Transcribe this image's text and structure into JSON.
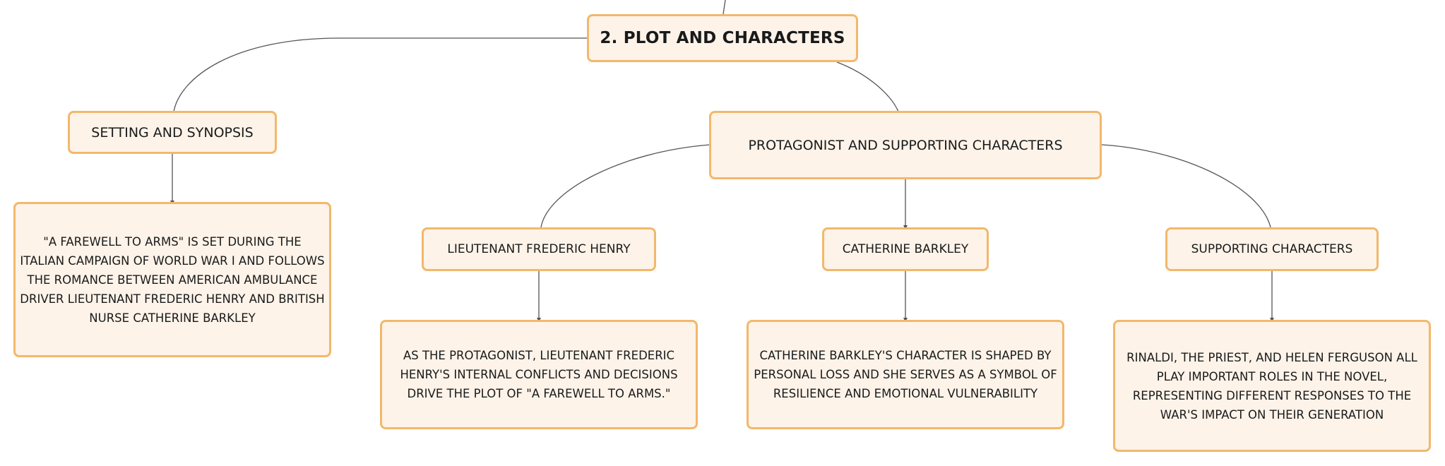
{
  "diagram": {
    "root": "2. PLOT AND CHARACTERS",
    "setting": {
      "title": "SETTING AND SYNOPSIS",
      "description": "\"A FAREWELL TO ARMS\" IS SET DURING THE ITALIAN CAMPAIGN OF WORLD WAR I AND FOLLOWS THE ROMANCE BETWEEN AMERICAN AMBULANCE DRIVER LIEUTENANT FREDERIC HENRY AND BRITISH NURSE CATHERINE BARKLEY"
    },
    "characters": {
      "title": "PROTAGONIST AND SUPPORTING CHARACTERS",
      "henry": {
        "title": "LIEUTENANT FREDERIC HENRY",
        "description": "AS THE PROTAGONIST, LIEUTENANT FREDERIC HENRY'S INTERNAL CONFLICTS AND DECISIONS DRIVE THE PLOT OF \"A FAREWELL TO ARMS.\""
      },
      "catherine": {
        "title": "CATHERINE BARKLEY",
        "description": "CATHERINE BARKLEY'S CHARACTER IS SHAPED BY PERSONAL LOSS AND SHE SERVES AS A SYMBOL OF RESILIENCE AND EMOTIONAL VULNERABILITY"
      },
      "supporting": {
        "title": "SUPPORTING CHARACTERS",
        "description": "RINALDI, THE PRIEST, AND HELEN FERGUSON ALL PLAY IMPORTANT ROLES IN THE NOVEL, REPRESENTING DIFFERENT RESPONSES TO THE WAR'S IMPACT ON THEIR GENERATION"
      }
    },
    "colors": {
      "node_fill": "#fdf3e9",
      "node_border": "#f2b86b",
      "connector": "#555555"
    }
  }
}
